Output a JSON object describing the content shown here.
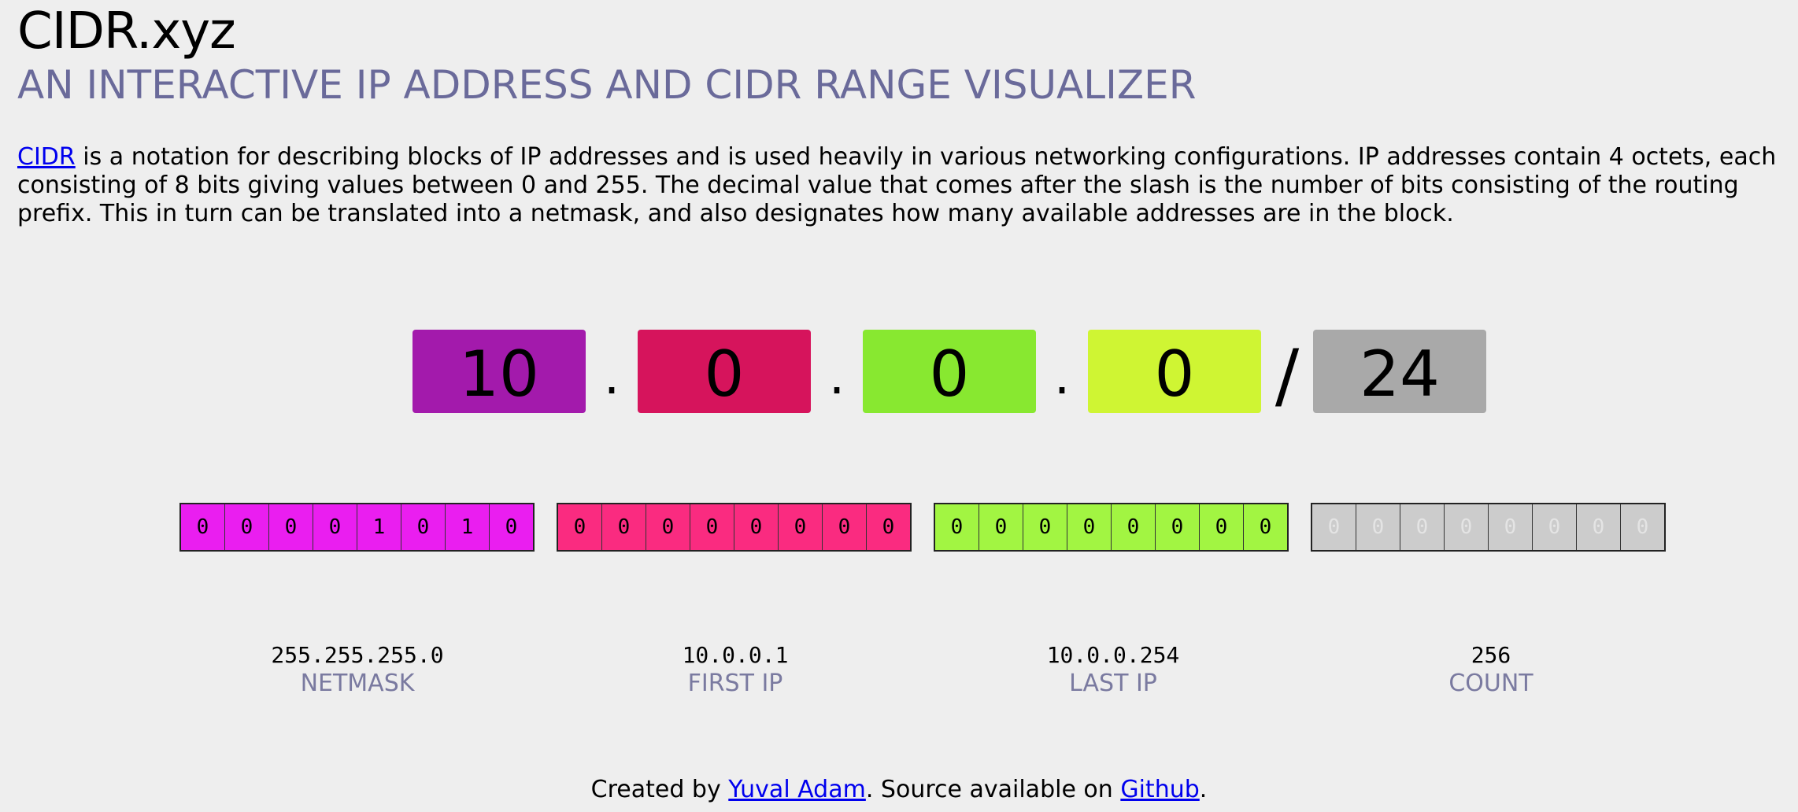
{
  "header": {
    "title": "CIDR.xyz",
    "subtitle": "AN INTERACTIVE IP ADDRESS AND CIDR RANGE VISUALIZER"
  },
  "intro": {
    "link_text": "CIDR",
    "text": " is a notation for describing blocks of IP addresses and is used heavily in various networking configurations. IP addresses contain 4 octets, each consisting of 8 bits giving values between 0 and 255. The decimal value that comes after the slash is the number of bits consisting of the routing prefix. This in turn can be translated into a netmask, and also designates how many available addresses are in the block."
  },
  "ip": {
    "octets": [
      "10",
      "0",
      "0",
      "0"
    ],
    "separator": ".",
    "slash": "/",
    "prefix": "24",
    "colors": {
      "octet1": "#a31aac",
      "octet2": "#d6145c",
      "octet3": "#88e830",
      "octet4": "#cff533",
      "prefix": "#a9a9a9"
    }
  },
  "bits": {
    "groups": [
      [
        "0",
        "0",
        "0",
        "0",
        "1",
        "0",
        "1",
        "0"
      ],
      [
        "0",
        "0",
        "0",
        "0",
        "0",
        "0",
        "0",
        "0"
      ],
      [
        "0",
        "0",
        "0",
        "0",
        "0",
        "0",
        "0",
        "0"
      ],
      [
        "0",
        "0",
        "0",
        "0",
        "0",
        "0",
        "0",
        "0"
      ]
    ],
    "colors": {
      "group1": "#ea1ef0",
      "group2": "#fa2b80",
      "group3": "#a2f542",
      "group4": "#cccccc",
      "group4_text": "#e4e4e4"
    }
  },
  "stats": {
    "netmask": {
      "value": "255.255.255.0",
      "label": "NETMASK"
    },
    "first_ip": {
      "value": "10.0.0.1",
      "label": "FIRST IP"
    },
    "last_ip": {
      "value": "10.0.0.254",
      "label": "LAST IP"
    },
    "count": {
      "value": "256",
      "label": "COUNT"
    }
  },
  "footer": {
    "prefix": "Created by ",
    "author_link": "Yuval Adam",
    "middle": ". Source available on ",
    "source_link": "Github",
    "suffix": "."
  }
}
